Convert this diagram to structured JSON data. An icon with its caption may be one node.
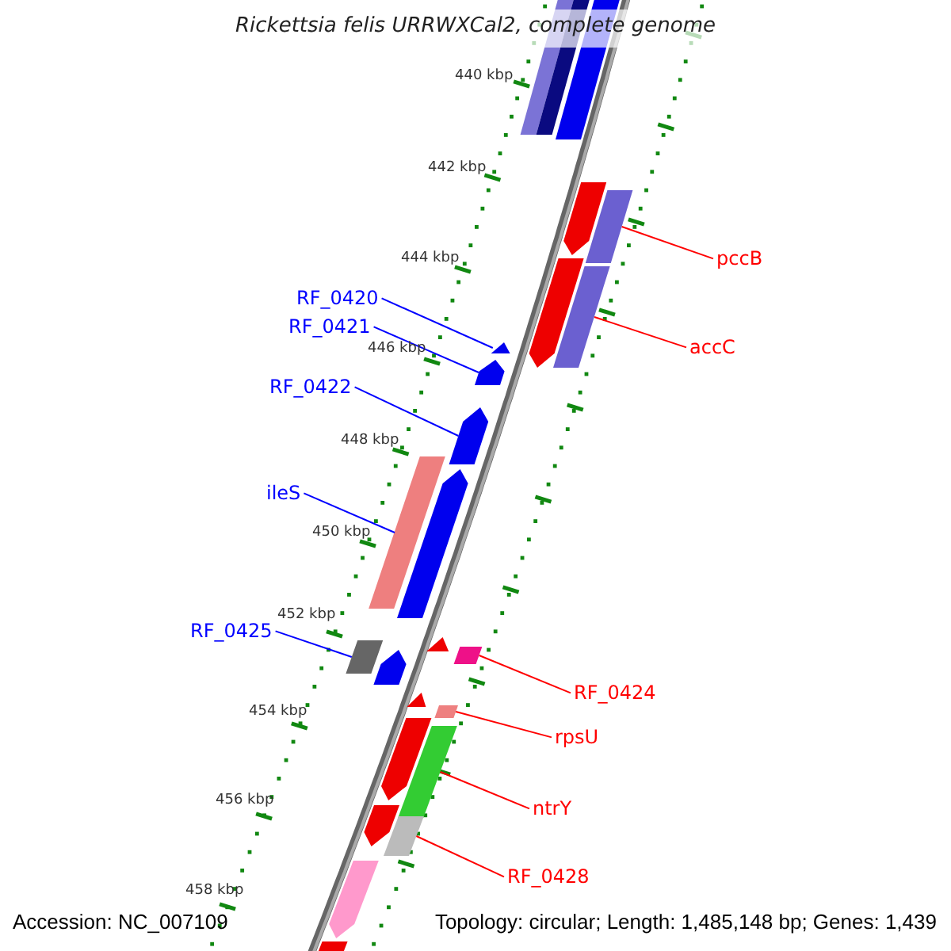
{
  "diagram": {
    "title": "Rickettsia felis URRWXCal2, complete genome",
    "nodes": [
      {
        "text": [
          "pccB"
        ]
      },
      {
        "text": [
          "RF_0420"
        ]
      },
      {
        "text": [
          "RF_0421"
        ]
      },
      {
        "text": [
          "accC"
        ]
      },
      {
        "text": [
          "RF_0422"
        ]
      },
      {
        "text": [
          "ileS"
        ]
      },
      {
        "text": [
          "RF_0425"
        ]
      },
      {
        "text": [
          "RF_0424"
        ]
      },
      {
        "text": [
          "rpsU"
        ]
      },
      {
        "text": [
          "ntrY"
        ]
      },
      {
        "text": [
          "RF_0428"
        ]
      },
      {
        "text": [],
        "shape": "box"
      },
      {
        "text": [],
        "shape": "box"
      },
      {
        "text": [],
        "shape": "box"
      },
      {
        "text": [],
        "shape": "arrow"
      },
      {
        "text": [],
        "shape": "box"
      },
      {
        "text": [],
        "shape": "arrow"
      },
      {
        "text": [],
        "shape": "box"
      },
      {
        "text": [],
        "shape": "triangle"
      },
      {
        "text": [],
        "shape": "arrow"
      },
      {
        "text": [],
        "shape": "arrow"
      },
      {
        "text": [],
        "shape": "box"
      },
      {
        "text": [],
        "shape": "arrow"
      },
      {
        "text": [],
        "shape": "triangle"
      },
      {
        "text": [],
        "shape": "box"
      },
      {
        "text": [],
        "shape": "box"
      },
      {
        "text": [],
        "shape": "arrow"
      },
      {
        "text": [],
        "shape": "triangle"
      },
      {
        "text": [],
        "shape": "box"
      },
      {
        "text": [],
        "shape": "arrow"
      },
      {
        "text": [],
        "shape": "box"
      },
      {
        "text": [],
        "shape": "arrow"
      },
      {
        "text": [],
        "shape": "box"
      },
      {
        "text": [],
        "shape": "arrow"
      },
      {
        "text": [],
        "shape": "arrow"
      }
    ],
    "edges": [
      {
        "from": 0,
        "to": 15,
        "arrow": "none"
      },
      {
        "from": 1,
        "to": 18,
        "arrow": "none",
        "color": "#0000ff"
      },
      {
        "from": 2,
        "to": 19,
        "arrow": "none",
        "color": "#0000ff"
      },
      {
        "from": 3,
        "to": 17,
        "arrow": "none"
      },
      {
        "from": 4,
        "to": 20,
        "arrow": "none",
        "color": "#0000ff"
      },
      {
        "from": 5,
        "to": 21,
        "arrow": "none",
        "color": "#0000ff"
      },
      {
        "from": 6,
        "to": 24,
        "arrow": "none",
        "color": "#0000ff"
      },
      {
        "from": 7,
        "to": 25,
        "arrow": "none"
      },
      {
        "from": 8,
        "to": 28,
        "arrow": "none"
      },
      {
        "from": 9,
        "to": 30,
        "arrow": "none"
      },
      {
        "from": 10,
        "to": 32,
        "arrow": "none"
      }
    ],
    "labels": [
      "440 kbp",
      "442 kbp",
      "444 kbp",
      "446 kbp",
      "448 kbp",
      "450 kbp",
      "452 kbp",
      "454 kbp",
      "456 kbp",
      "458 kbp",
      "Accession: NC_007109",
      "Topology: circular; Length: 1,485,148 bp; Genes: 1,439"
    ]
  }
}
